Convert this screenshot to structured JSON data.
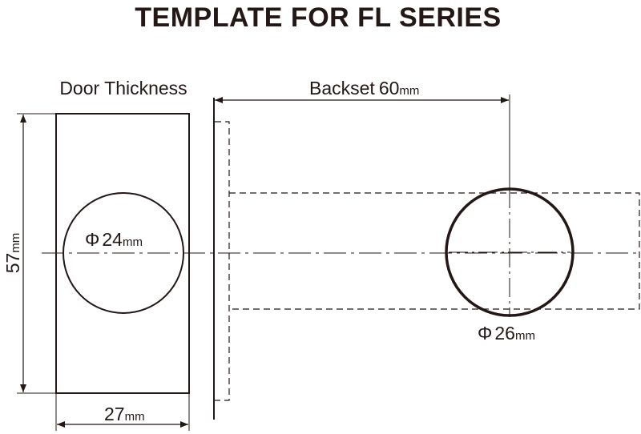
{
  "title": "TEMPLATE FOR FL SERIES",
  "labels": {
    "door_thickness": "Door Thickness",
    "backset_text": "Backset",
    "backset_value": "60",
    "backset_unit": "mm",
    "height_value": "57",
    "height_unit": "mm",
    "width_value": "27",
    "width_unit": "mm",
    "small_hole_symbol": "Φ",
    "small_hole_value": "24",
    "small_hole_unit": "mm",
    "large_hole_symbol": "Φ",
    "large_hole_value": "26",
    "large_hole_unit": "mm"
  },
  "colors": {
    "ink": "#231815",
    "background": "#ffffff"
  }
}
